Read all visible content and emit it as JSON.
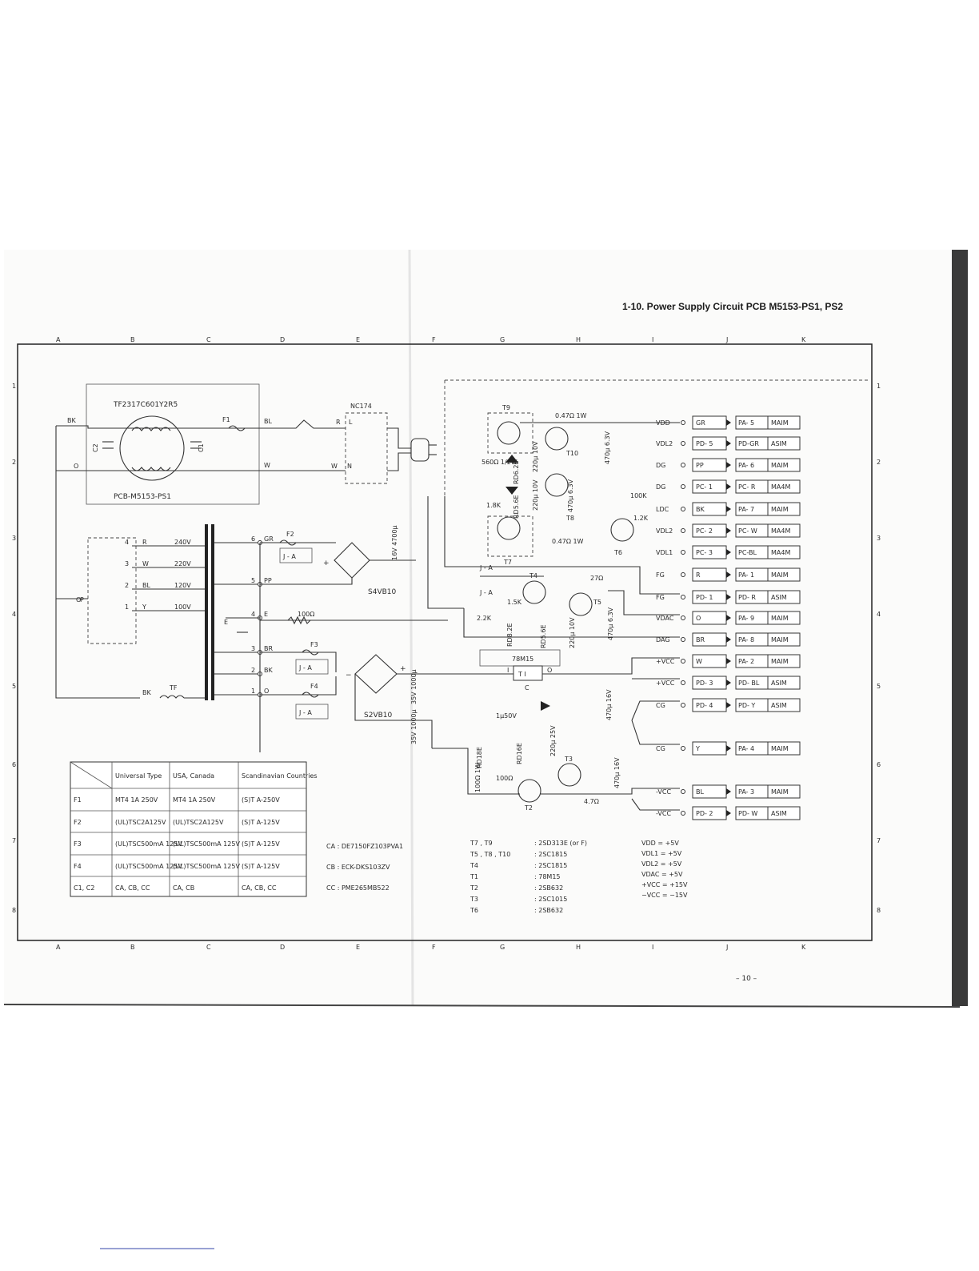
{
  "page": {
    "title": "1-10. Power Supply Circuit PCB M5153-PS1, PS2",
    "page_number": "– 10 –"
  },
  "grid": {
    "columns": [
      "A",
      "B",
      "C",
      "D",
      "E",
      "F",
      "G",
      "H",
      "I",
      "J",
      "K"
    ],
    "rows": [
      "1",
      "2",
      "3",
      "4",
      "5",
      "6",
      "7",
      "8"
    ]
  },
  "primary": {
    "motor_part": "TF2317C601Y2R5",
    "pcb_label": "PCB-M5153-PS1",
    "c2": "C2",
    "c1": "C1",
    "fuse_f1": "F1",
    "bk": "BK",
    "o": "O",
    "bl": "BL",
    "w": "W",
    "connector": "NC174",
    "conn_r": "R",
    "conn_w": "W",
    "conn_l": "L",
    "conn_n": "N",
    "p": "P",
    "tf": "TF"
  },
  "selector": {
    "taps": [
      {
        "num": "4",
        "wire": "R",
        "volt": "240V"
      },
      {
        "num": "3",
        "wire": "W",
        "volt": "220V"
      },
      {
        "num": "2",
        "wire": "BL",
        "volt": "120V"
      },
      {
        "num": "1",
        "wire": "Y",
        "volt": "100V"
      }
    ]
  },
  "secondary": {
    "pins": [
      {
        "num": "6",
        "wire": "GR"
      },
      {
        "num": "5",
        "wire": "PP"
      },
      {
        "num": "4",
        "wire": "E"
      },
      {
        "num": "3",
        "wire": "BR"
      },
      {
        "num": "2",
        "wire": "BK"
      },
      {
        "num": "1",
        "wire": "O"
      }
    ],
    "gr": "GR",
    "pp": "PP",
    "e": "E",
    "br": "BR",
    "bk": "BK",
    "o": "O",
    "f2": "F2",
    "f3": "F3",
    "f4": "F4",
    "ja": "J - A",
    "r100": "100Ω",
    "bridge1": "S4VB10",
    "bridge2": "S2VB10",
    "cap1": "16V 4700μ",
    "cap2": "35V 1000μ",
    "cap3": "35V 1000μ",
    "plus": "+",
    "minus": "−"
  },
  "regulator": {
    "t9": "T9",
    "t10": "T10",
    "t8": "T8",
    "t7": "T7",
    "t6": "T6",
    "t4": "T4",
    "t5": "T5",
    "t3": "T3",
    "t2": "T2",
    "t1": "T I",
    "r047a": "0.47Ω 1W",
    "r047b": "0.47Ω 1W",
    "r560": "560Ω 1/2W",
    "rd62": "RD6.2E",
    "rd56a": "RD5.6E",
    "rd56b": "RD5.6E",
    "rd82": "RD8.2E",
    "rd18": "RD18E",
    "rd16": "RD16E",
    "r18k": "1.8K",
    "r15k": "1.5K",
    "r22k": "2.2K",
    "r100k": "100K",
    "r12k": "1.2K",
    "r27": "27Ω",
    "r100b": "100Ω",
    "r100w": "100Ω 1W",
    "r47": "4.7Ω",
    "c220a": "220μ 10V",
    "c220b": "220μ 10V",
    "c220c": "220μ 10V",
    "c220d": "220μ 25V",
    "c470a": "470μ 6.3V",
    "c470b": "470μ 6.3V",
    "c470c": "470μ 6.3V",
    "c470d": "470μ 16V",
    "c470e": "470μ 16V",
    "c1u": "1μ50V",
    "ja1": "J - A",
    "ja2": "J - A",
    "reg78": "78M15",
    "reg_i": "I",
    "reg_o": "O",
    "reg_c": "C"
  },
  "outputs": [
    {
      "signal": "VDD",
      "wire": "GR",
      "conn": "PA- 5",
      "board": "MAIM"
    },
    {
      "signal": "VDL2",
      "wire": "PD- 5",
      "conn": "PD-GR",
      "board": "ASIM"
    },
    {
      "signal": "DG",
      "wire": "PP",
      "conn": "PA- 6",
      "board": "MAIM"
    },
    {
      "signal": "DG",
      "wire": "PC- 1",
      "conn": "PC- R",
      "board": "MA4M"
    },
    {
      "signal": "LDC",
      "wire": "BK",
      "conn": "PA- 7",
      "board": "MAIM"
    },
    {
      "signal": "VDL2",
      "wire": "PC- 2",
      "conn": "PC- W",
      "board": "MA4M"
    },
    {
      "signal": "VDL1",
      "wire": "PC- 3",
      "conn": "PC-BL",
      "board": "MA4M"
    },
    {
      "signal": "FG",
      "wire": "R",
      "conn": "PA- 1",
      "board": "MAIM"
    },
    {
      "signal": "FG",
      "wire": "PD- 1",
      "conn": "PD- R",
      "board": "ASIM"
    },
    {
      "signal": "VDAC",
      "wire": "O",
      "conn": "PA- 9",
      "board": "MAIM"
    },
    {
      "signal": "DAG",
      "wire": "BR",
      "conn": "PA- 8",
      "board": "MAIM"
    },
    {
      "signal": "+VCC",
      "wire": "W",
      "conn": "PA- 2",
      "board": "MAIM"
    },
    {
      "signal": "+VCC",
      "wire": "PD- 3",
      "conn": "PD- BL",
      "board": "ASIM"
    },
    {
      "signal": "CG",
      "wire": "PD- 4",
      "conn": "PD- Y",
      "board": "ASIM"
    },
    {
      "signal": "CG",
      "wire": "Y",
      "conn": "PA- 4",
      "board": "MAIM"
    },
    {
      "signal": "-VCC",
      "wire": "BL",
      "conn": "PA- 3",
      "board": "MAIM"
    },
    {
      "signal": "-VCC",
      "wire": "PD- 2",
      "conn": "PD- W",
      "board": "ASIM"
    }
  ],
  "fuse_table": {
    "headers": [
      "",
      "Universal Type",
      "USA, Canada",
      "Scandinavian Countries"
    ],
    "rows": [
      [
        "F1",
        "MT4 1A 250V",
        "MT4 1A 250V",
        "(S)T A-250V"
      ],
      [
        "F2",
        "(UL)TSC2A125V",
        "(UL)TSC2A125V",
        "(S)T A-125V"
      ],
      [
        "F3",
        "(UL)TSC500mA 125V",
        "(UL)TSC500mA 125V",
        "(S)T A-125V"
      ],
      [
        "F4",
        "(UL)TSC500mA 125V",
        "(UL)TSC500mA 125V",
        "(S)T A-125V"
      ],
      [
        "C1, C2",
        "CA, CB, CC",
        "CA, CB",
        "CA, CB, CC"
      ]
    ]
  },
  "cap_notes": [
    "CA : DE7150FZ103PVA1",
    "CB : ECK-DKS103ZV",
    "CC : PME265MB522"
  ],
  "transistors": [
    {
      "ref": "T7 , T9",
      "part": ": 2SD313E (or F)"
    },
    {
      "ref": "T5 , T8 , T10",
      "part": ": 2SC1815"
    },
    {
      "ref": "T4",
      "part": ": 2SC1815"
    },
    {
      "ref": "T1",
      "part": ": 78M15"
    },
    {
      "ref": "T2",
      "part": ": 2SB632"
    },
    {
      "ref": "T3",
      "part": ": 2SC1015"
    },
    {
      "ref": "T6",
      "part": ": 2SB632"
    }
  ],
  "voltages": [
    "VDD = +5V",
    "VDL1 = +5V",
    "VDL2 = +5V",
    "VDAC = +5V",
    "+VCC = +15V",
    "−VCC = −15V"
  ]
}
